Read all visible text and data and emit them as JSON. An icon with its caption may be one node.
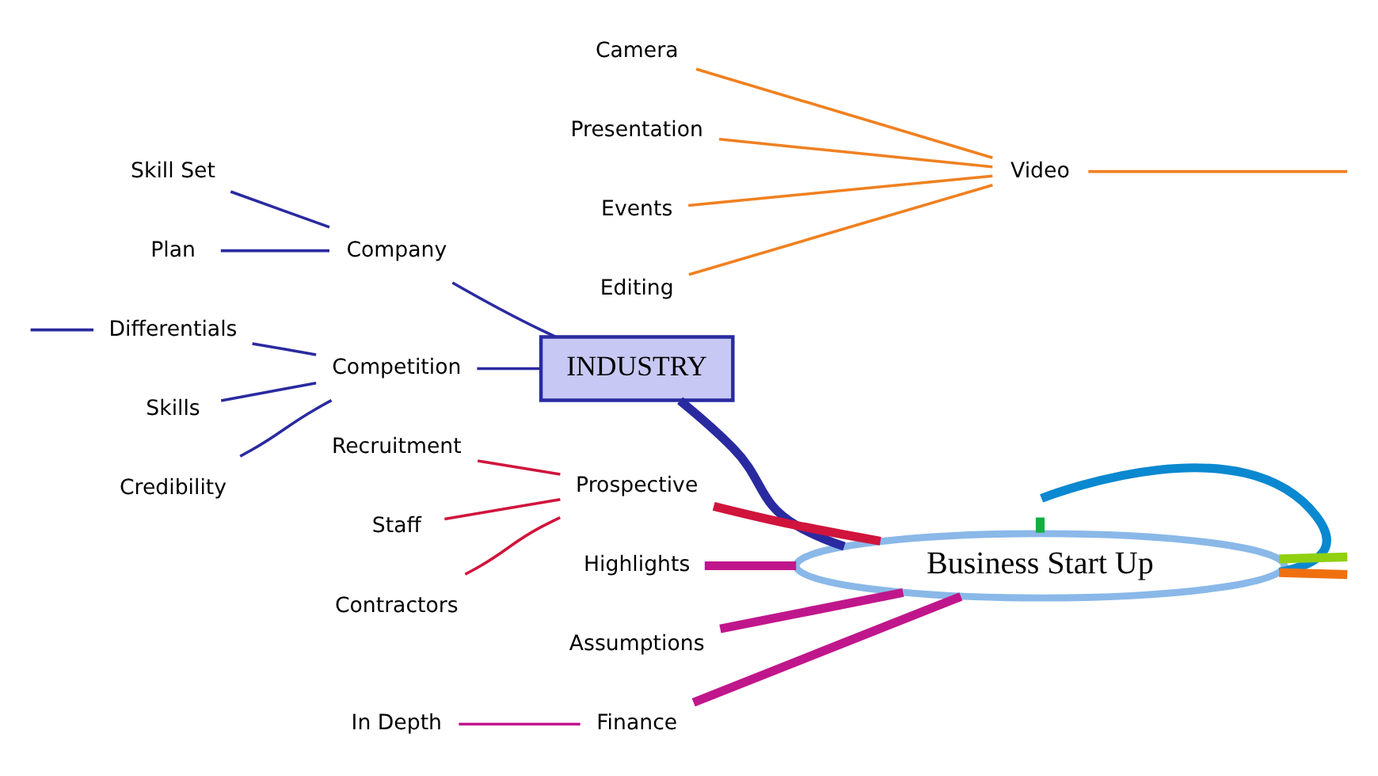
{
  "diagram": {
    "nodes": [
      {
        "text": [
          "Business Start Up"
        ]
      },
      {
        "text": [
          "INDUSTRY"
        ]
      },
      {
        "text": [
          "Company"
        ]
      },
      {
        "text": [
          "Skill Set"
        ]
      },
      {
        "text": [
          "Plan"
        ]
      },
      {
        "text": [
          "Competition"
        ]
      },
      {
        "text": [
          "Differentials"
        ]
      },
      {
        "text": [
          "Skills"
        ]
      },
      {
        "text": [
          "Credibility"
        ]
      },
      {
        "text": [
          "Prospective"
        ]
      },
      {
        "text": [
          "Recruitment"
        ]
      },
      {
        "text": [
          "Staff"
        ]
      },
      {
        "text": [
          "Contractors"
        ]
      },
      {
        "text": [
          "Highlights"
        ]
      },
      {
        "text": [
          "Assumptions"
        ]
      },
      {
        "text": [
          "Finance"
        ]
      },
      {
        "text": [
          "In Depth"
        ]
      },
      {
        "text": [
          "Video"
        ]
      },
      {
        "text": [
          "Camera"
        ]
      },
      {
        "text": [
          "Presentation"
        ]
      },
      {
        "text": [
          "Events"
        ]
      },
      {
        "text": [
          "Editing"
        ]
      }
    ],
    "edges": [
      {
        "from": 0,
        "to": 1,
        "arrow": "none",
        "style": "thick",
        "color": "#2a2aa0"
      },
      {
        "from": 1,
        "to": 2,
        "arrow": "none",
        "color": "#2a2aa0"
      },
      {
        "from": 2,
        "to": 3,
        "arrow": "none",
        "color": "#2a2aa0"
      },
      {
        "from": 2,
        "to": 4,
        "arrow": "none",
        "color": "#2a2aa0"
      },
      {
        "from": 1,
        "to": 5,
        "arrow": "none",
        "color": "#2a2aa0"
      },
      {
        "from": 5,
        "to": 6,
        "arrow": "none",
        "color": "#2a2aa0"
      },
      {
        "from": 5,
        "to": 7,
        "arrow": "none",
        "color": "#2a2aa0"
      },
      {
        "from": 5,
        "to": 8,
        "arrow": "none",
        "color": "#2a2aa0"
      },
      {
        "from": 6,
        "to": null,
        "arrow": "none",
        "color": "#2a2aa0"
      },
      {
        "from": 0,
        "to": 9,
        "arrow": "none",
        "style": "thick",
        "color": "#d0143c"
      },
      {
        "from": 9,
        "to": 10,
        "arrow": "none",
        "color": "#d0143c"
      },
      {
        "from": 9,
        "to": 11,
        "arrow": "none",
        "color": "#d0143c"
      },
      {
        "from": 9,
        "to": 12,
        "arrow": "none",
        "color": "#d0143c"
      },
      {
        "from": 0,
        "to": 13,
        "arrow": "none",
        "style": "thick",
        "color": "#c0168c"
      },
      {
        "from": 0,
        "to": 14,
        "arrow": "none",
        "style": "thick",
        "color": "#c0168c"
      },
      {
        "from": 0,
        "to": 15,
        "arrow": "none",
        "style": "thick",
        "color": "#c0168c"
      },
      {
        "from": 15,
        "to": 16,
        "arrow": "none",
        "color": "#c0168c"
      },
      {
        "from": null,
        "to": 17,
        "arrow": "none",
        "color": "#f08020"
      },
      {
        "from": 17,
        "to": 18,
        "arrow": "none",
        "color": "#f08020"
      },
      {
        "from": 17,
        "to": 19,
        "arrow": "none",
        "color": "#f08020"
      },
      {
        "from": 17,
        "to": 20,
        "arrow": "none",
        "color": "#f08020"
      },
      {
        "from": 17,
        "to": 21,
        "arrow": "none",
        "color": "#f08020"
      },
      {
        "from": 0,
        "to": null,
        "arrow": "none",
        "style": "thick",
        "color": "#0a88d0"
      },
      {
        "from": 0,
        "to": null,
        "arrow": "none",
        "style": "thick",
        "color": "#90d010"
      },
      {
        "from": 0,
        "to": null,
        "arrow": "none",
        "style": "thick",
        "color": "#f07010"
      },
      {
        "from": 0,
        "to": null,
        "arrow": "none",
        "style": "thick",
        "color": "#10b040"
      }
    ]
  }
}
